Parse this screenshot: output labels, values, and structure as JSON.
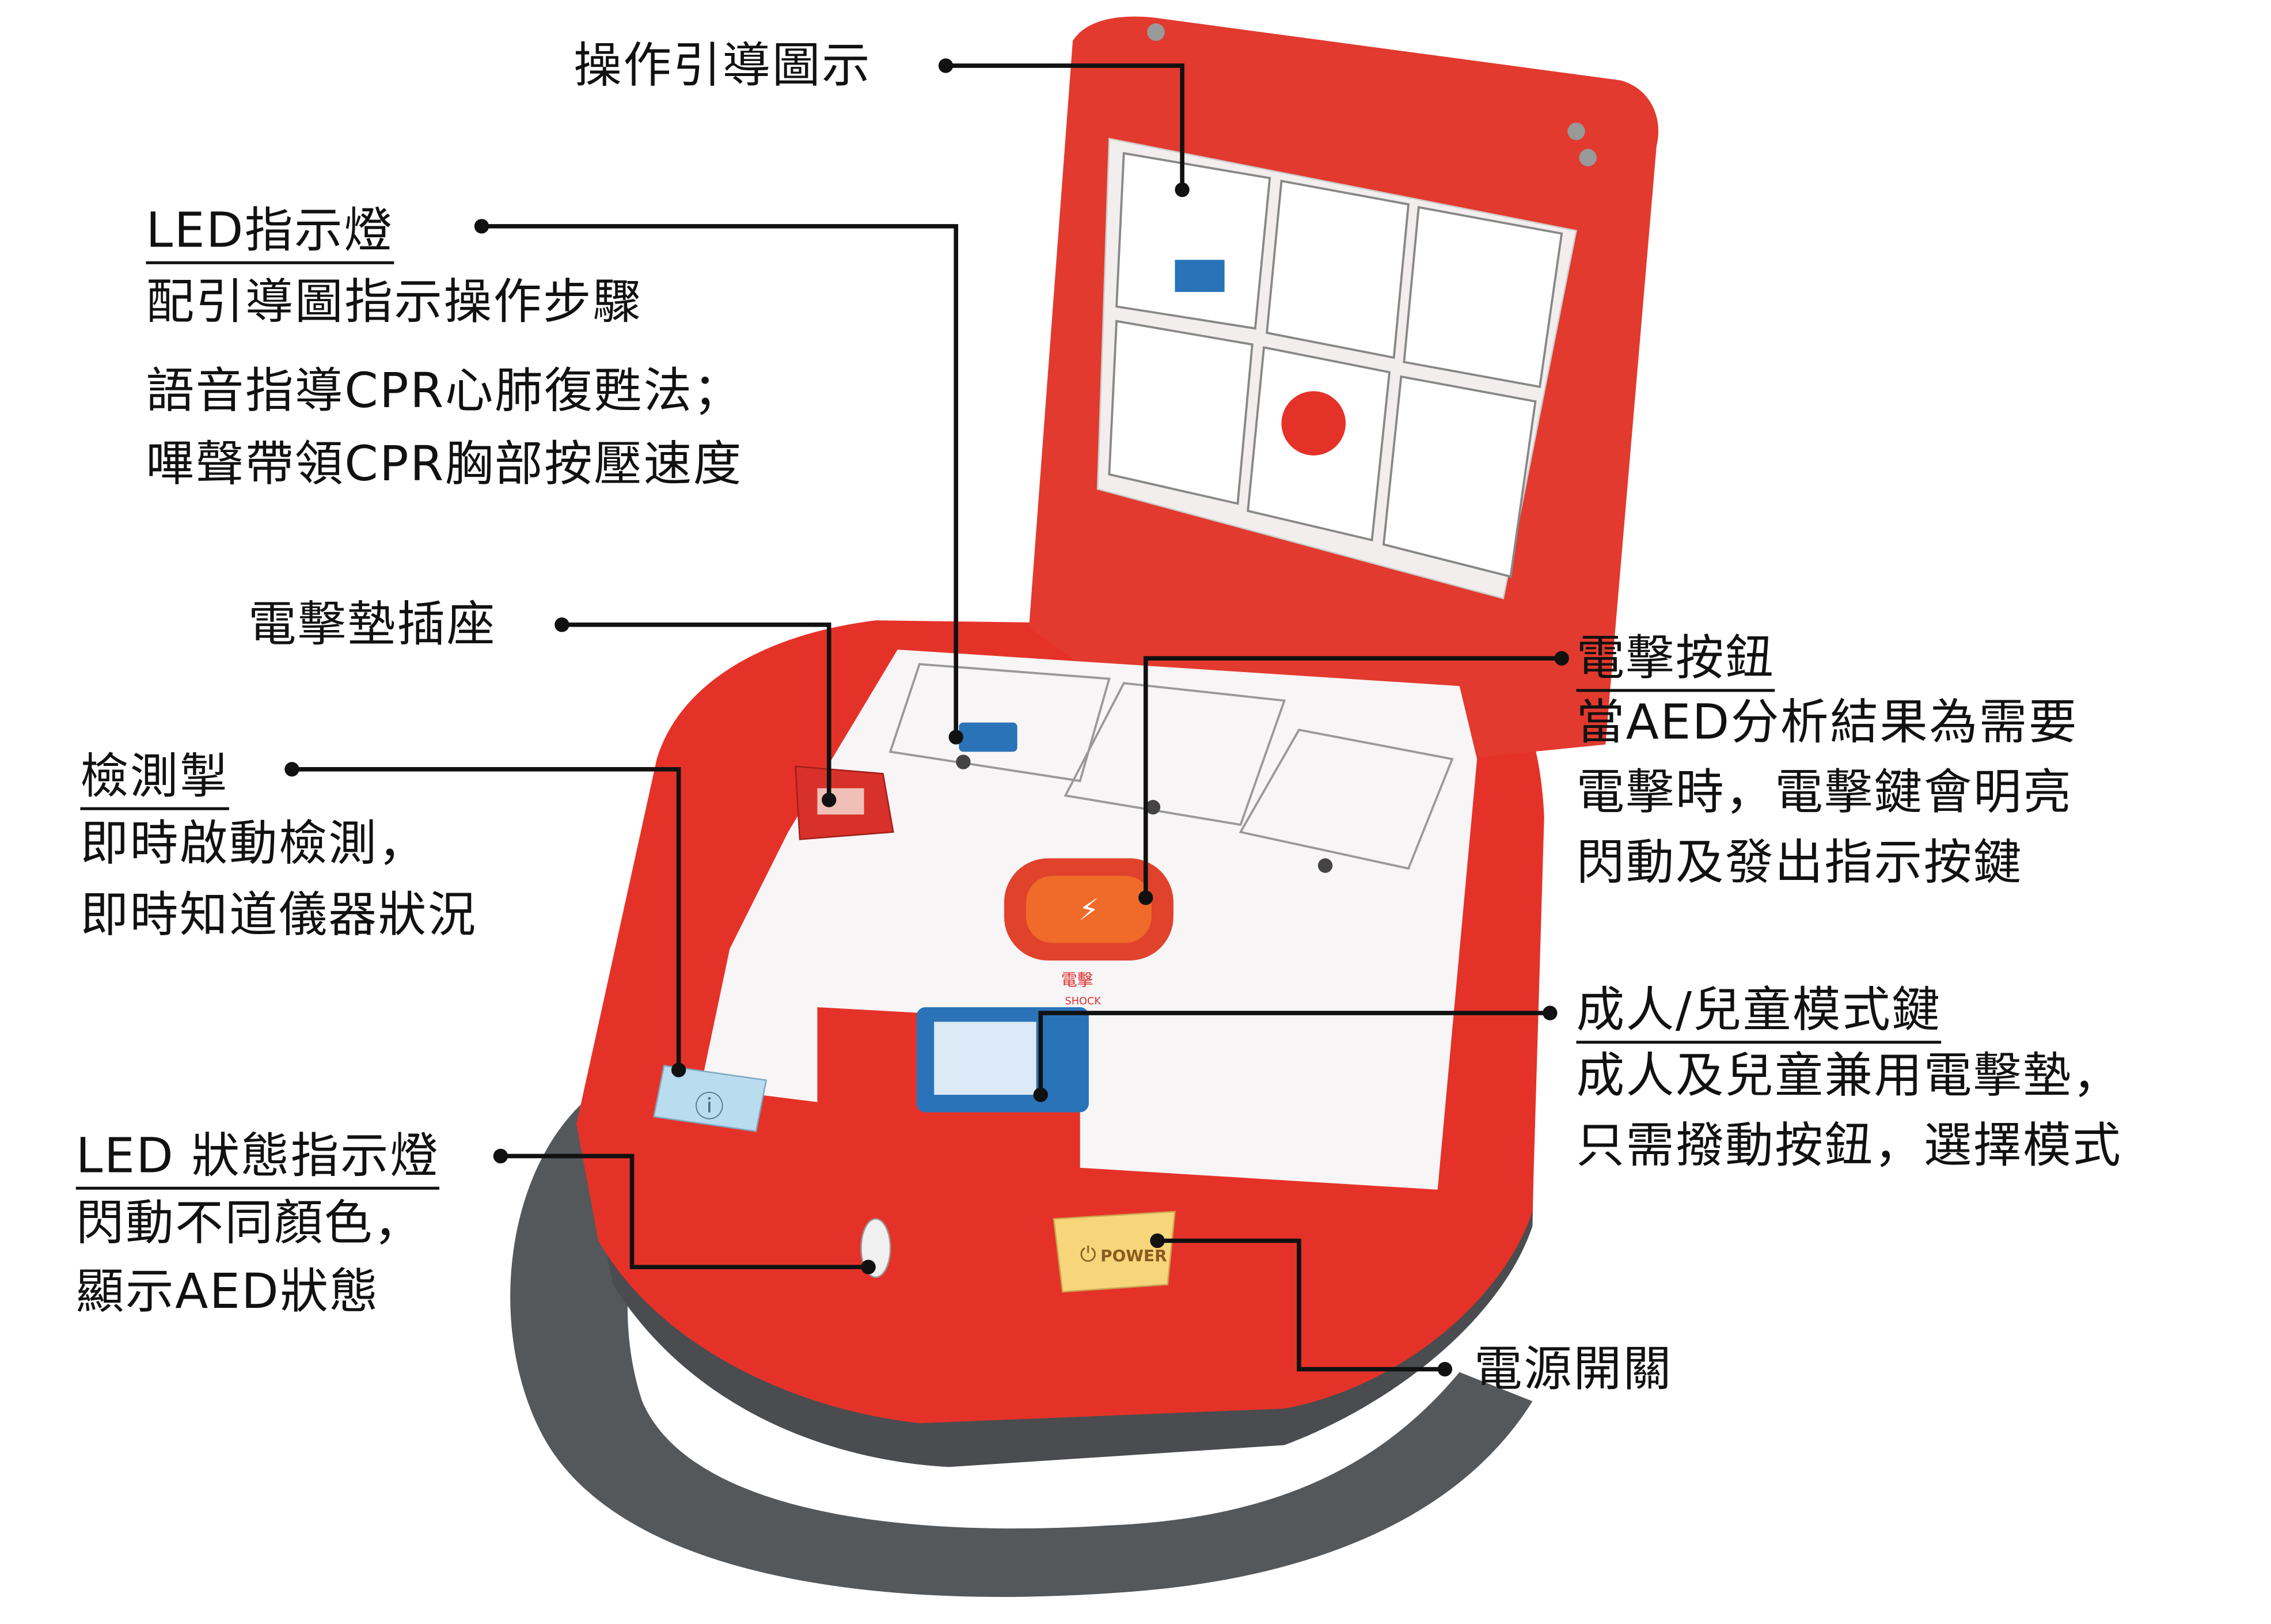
{
  "callouts": {
    "guide_diagram": {
      "title": "操作引導圖示"
    },
    "led_indicator": {
      "title": "LED指示燈",
      "lines": [
        "配引導圖指示操作步驟",
        "語音指導CPR心肺復甦法；",
        "嗶聲帶領CPR胸部按壓速度"
      ]
    },
    "pad_socket": {
      "title": "電擊墊插座"
    },
    "test_button": {
      "title": "檢測掣",
      "lines": [
        "即時啟動檢測，",
        "即時知道儀器狀況"
      ]
    },
    "status_led": {
      "title": "LED 狀態指示燈",
      "lines": [
        "閃動不同顏色，",
        "顯示AED狀態"
      ]
    },
    "shock_button": {
      "title": "電擊按鈕",
      "lines": [
        "當AED分析結果為需要",
        "電擊時，電擊鍵會明亮",
        "閃動及發出指示按鍵"
      ]
    },
    "mode_key": {
      "title": "成人/兒童模式鍵",
      "lines": [
        "成人及兒童兼用電擊墊，",
        "只需撥動按鈕，選擇模式"
      ]
    },
    "power_switch": {
      "title": "電源開關"
    }
  },
  "device": {
    "power_label": "POWER",
    "shock_label": "電擊",
    "shock_sub": "SHOCK"
  },
  "colors": {
    "body_red": "#e8322c",
    "lid_red": "#e33a2f",
    "handle_gray": "#5a5d60",
    "shock_orange": "#f06a2a",
    "power_yellow": "#f7d57a",
    "info_blue": "#b9dcef"
  }
}
